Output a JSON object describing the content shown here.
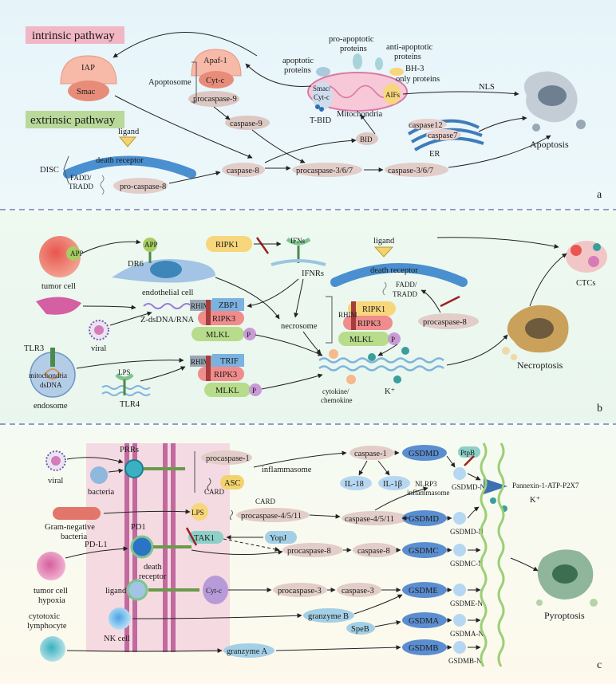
{
  "panel_a": {
    "letter": "a",
    "intrinsic_label": "intrinsic pathway",
    "extrinsic_label": "extrinsic pathway",
    "iap": "IAP",
    "smac": "Smac",
    "apaf1": "Apaf-1",
    "cytc": "Cyt-c",
    "apoptosome": "Apoptosome",
    "procaspase9": "procaspase-9",
    "caspase9": "caspase-9",
    "pro_apoptotic_1": "pro-apoptotic",
    "pro_apoptotic_2": "proteins",
    "anti_apoptotic_1": "anti-apoptotic",
    "anti_apoptotic_2": "proteins",
    "apoptotic_1": "apoptotic",
    "apoptotic_2": "proteins",
    "bh3_1": "BH-3",
    "bh3_2": "only proteins",
    "smac_cytc_1": "Smac/",
    "smac_cytc_2": "Cyt-c",
    "aifs": "AIFs",
    "mitochondria": "Mitochondria",
    "tbid": "T-BID",
    "bid": "BID",
    "nls": "NLS",
    "caspase12": "caspase12",
    "caspase7": "caspase7",
    "er": "ER",
    "apoptosis": "Apoptosis",
    "ligand": "ligand",
    "death_receptor": "death receptor",
    "disc": "DISC",
    "fadd_1": "FADD/",
    "fadd_2": "TRADD",
    "pro_caspase8": "pro-caspase-8",
    "caspase8": "caspase-8",
    "procaspase367": "procaspase-3/6/7",
    "caspase367": "caspase-3/6/7"
  },
  "panel_b": {
    "letter": "b",
    "app_tumor": "APP",
    "tumor_cell": "tumor cell",
    "app_endo": "APP",
    "dr6": "DR6",
    "endothelial_cell": "endothelial cell",
    "ripk1_top": "RIPK1",
    "ifns": "IFNs",
    "ifnrs": "IFNRs",
    "zdsdna": "Z-dsDNA/RNA",
    "rhim1": "RHIM",
    "zbp1": "ZBP1",
    "ripk3_a": "RIPK3",
    "mlkl_a": "MLKL",
    "p_a": "P",
    "viral": "viral",
    "tlr3": "TLR3",
    "mito": "mitochondria",
    "dsdna": "dsDNA",
    "endosome": "endosome",
    "lps": "LPS",
    "tlr4": "TLR4",
    "rhim2": "RHIM",
    "trif": "TRIF",
    "ripk3_b": "RIPK3",
    "mlkl_b": "MLKL",
    "p_b": "P",
    "necrosome": "necrosome",
    "ligand": "ligand",
    "death_receptor": "death receptor",
    "fadd_1": "FADD/",
    "fadd_2": "TRADD",
    "rhim3": "RHIM",
    "ripk1_c": "RIPK1",
    "ripk3_c": "RIPK3",
    "mlkl_c": "MLKL",
    "p_c": "P",
    "procaspase8": "procaspase-8",
    "cytokine_1": "cytokine/",
    "cytokine_2": "chemokine",
    "k_plus": "K⁺",
    "necroptosis": "Necroptosis",
    "ctcs": "CTCs"
  },
  "panel_c": {
    "letter": "c",
    "viral": "viral",
    "prrs": "PRRs",
    "bacteria": "bacteria",
    "procaspase1": "procaspase-1",
    "inflammasome": "inflammasome",
    "card1": "CARD",
    "asc": "ASC",
    "caspase1": "caspase-1",
    "gsdmd1": "GSDMD",
    "ptpb": "PtpB",
    "gsdmd_n1": "GSDMD-N",
    "il18": "IL-18",
    "il1b": "IL-1β",
    "nlrp3_1": "NLRP3",
    "nlrp3_2": "inflammasome",
    "pannexin": "Pannexin-1-ATP-P2X7",
    "k_plus": "K⁺",
    "gram_neg_1": "Gram-negative",
    "gram_neg_2": "bacteria",
    "lps": "LPS",
    "card2": "CARD",
    "procaspase4511": "procaspase-4/5/11",
    "caspase4511": "caspase-4/5/11",
    "gsdmd2": "GSDMD",
    "gsdmd_n2": "GSDMD-N",
    "pd1": "PD1",
    "pdl1": "PD-L1",
    "tak1": "TAK1",
    "yopj": "YopJ",
    "tumor_1": "tumor cell",
    "tumor_2": "hypoxia",
    "death_1": "death",
    "death_2": "receptor",
    "procaspase8": "procaspase-8",
    "caspase8": "caspase-8",
    "gsdmc": "GSDMC",
    "gsdmc_n": "GSDMC-N",
    "ligand": "ligand",
    "cytc": "Cyt-c",
    "procaspase3": "procaspase-3",
    "caspase3": "caspase-3",
    "gsdme": "GSDME",
    "gsdme_n": "GSDME-N",
    "cytotoxic_1": "cytotoxic",
    "cytotoxic_2": "lymphocyte",
    "nk_cell": "NK cell",
    "granzymeB": "granzyme B",
    "speb": "SpeB",
    "gsdma": "GSDMA",
    "gsdma_n": "GSDMA-N",
    "granzymeA": "granzyme A",
    "gsdmb": "GSDMB",
    "gsdmb_n": "GSDMB-N",
    "pyroptosis": "Pyroptosis"
  }
}
